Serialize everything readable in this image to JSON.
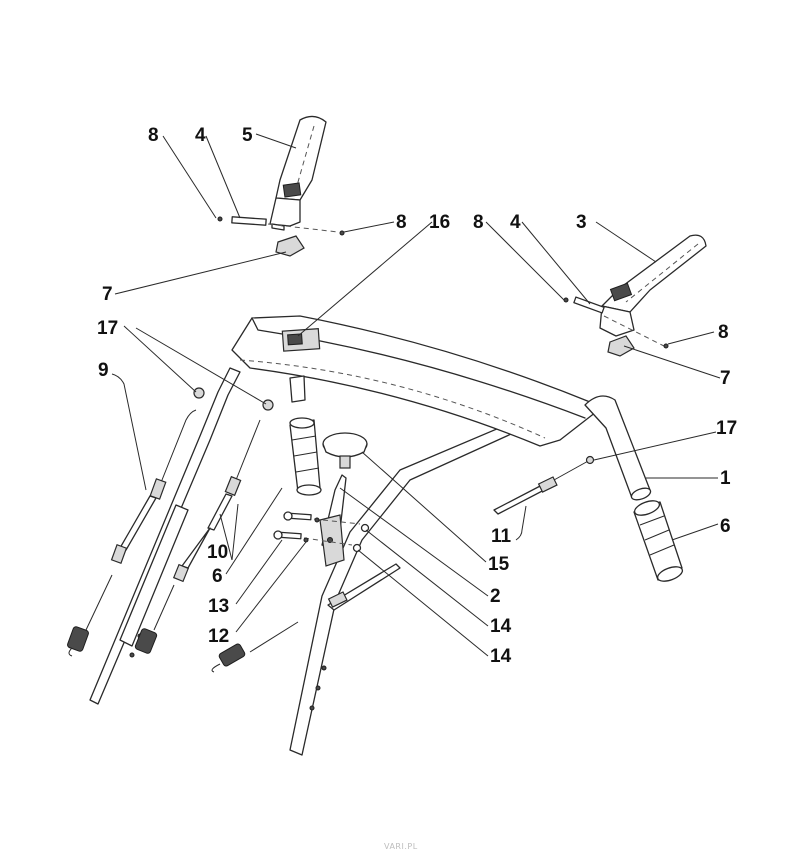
{
  "diagram": {
    "callouts": {
      "c1": "1",
      "c2": "2",
      "c3": "3",
      "c4a": "4",
      "c4b": "4",
      "c5": "5",
      "c6a": "6",
      "c6b": "6",
      "c7a": "7",
      "c7b": "7",
      "c8a": "8",
      "c8b": "8",
      "c8c": "8",
      "c8d": "8",
      "c9": "9",
      "c10": "10",
      "c11": "11",
      "c12": "12",
      "c13": "13",
      "c14a": "14",
      "c14b": "14",
      "c15": "15",
      "c16": "16",
      "c17a": "17",
      "c17b": "17"
    },
    "watermark": "VARI.PL"
  }
}
